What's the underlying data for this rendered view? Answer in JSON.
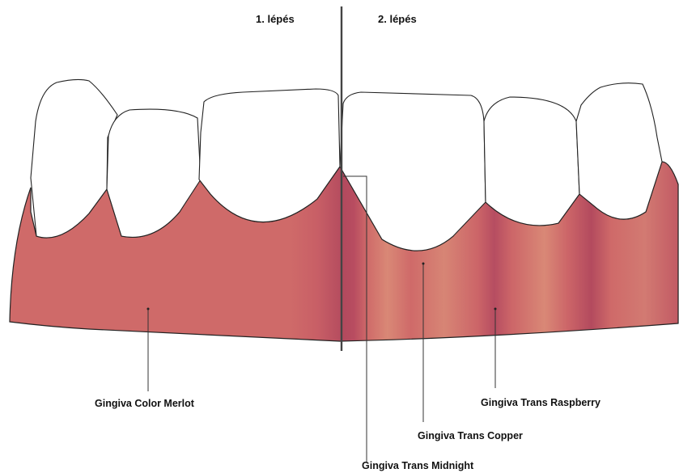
{
  "steps": {
    "step1": "1. lépés",
    "step2": "2. lépés"
  },
  "callouts": {
    "merlot": "Gingiva Color Merlot",
    "raspberry": "Gingiva Trans Raspberry",
    "copper": "Gingiva Trans Copper",
    "midnight": "Gingiva Trans Midnight"
  },
  "colors": {
    "gum_base": "#cf6a69",
    "gum_dark": "#b34a5e",
    "gum_light": "#d98876",
    "tooth": "#ffffff",
    "outline": "#222222",
    "divider": "#444444"
  }
}
